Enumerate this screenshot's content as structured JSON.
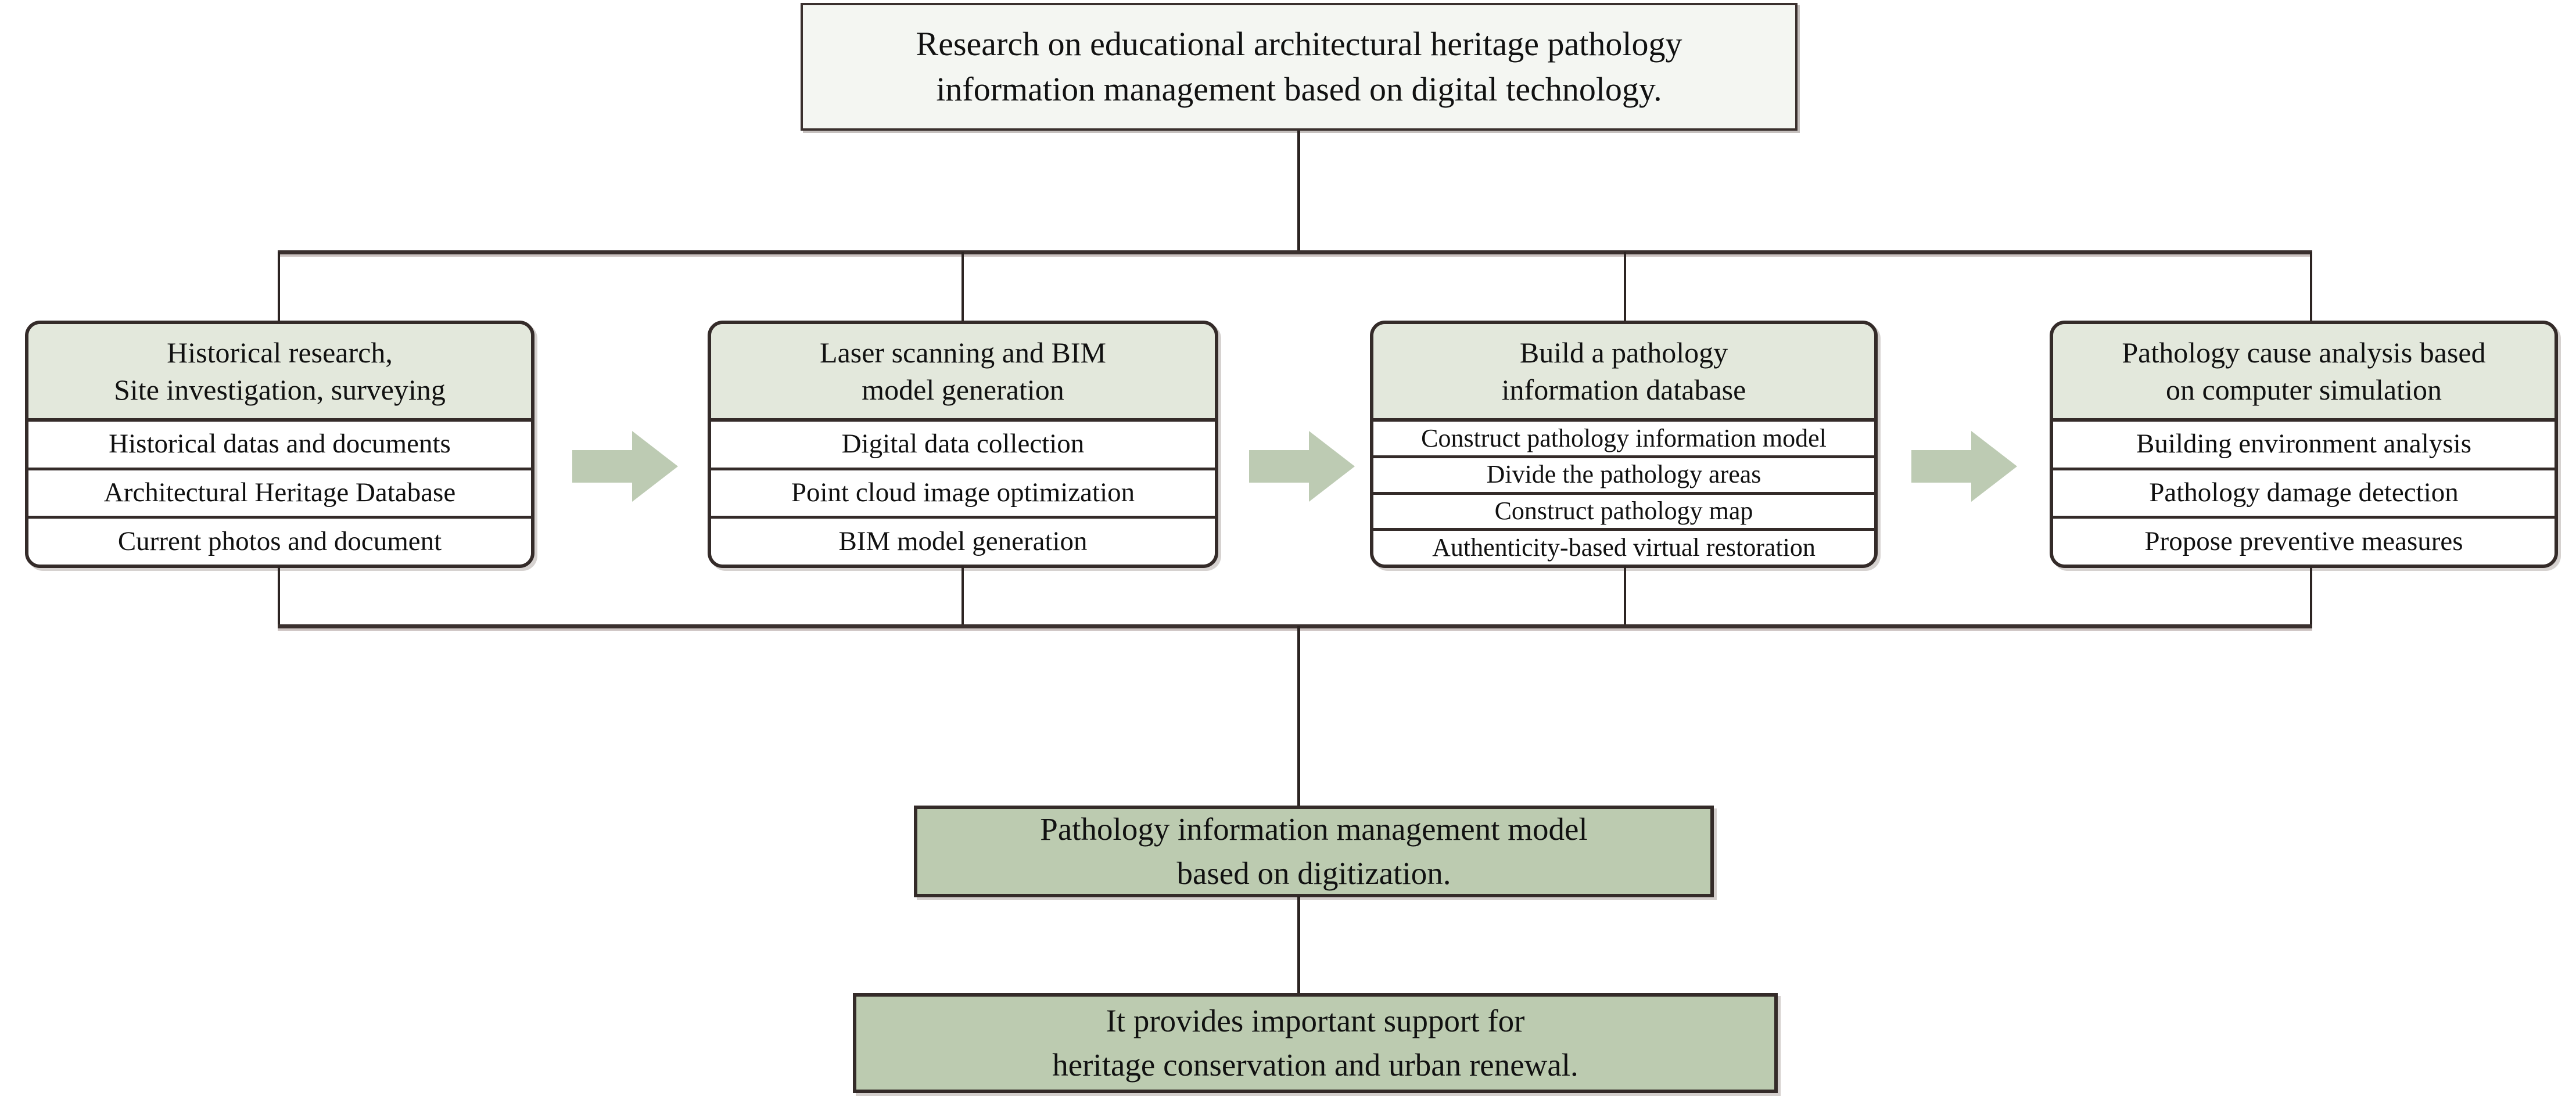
{
  "diagram": {
    "title_box": {
      "name": "research-title",
      "lines": [
        "Research on educational architectural heritage pathology",
        "information management based on digital technology."
      ]
    },
    "stages": [
      {
        "id": "stage-1",
        "header_lines": [
          "Historical research,",
          "Site investigation, surveying"
        ],
        "rows": [
          "Historical datas and documents",
          "Architectural Heritage Database",
          "Current photos and document"
        ]
      },
      {
        "id": "stage-2",
        "header_lines": [
          "Laser scanning and BIM",
          "model generation"
        ],
        "rows": [
          "Digital data collection",
          "Point cloud image optimization",
          "BIM model generation"
        ]
      },
      {
        "id": "stage-3",
        "header_lines": [
          "Build a pathology",
          "information database"
        ],
        "rows": [
          "Construct pathology information model",
          "Divide the pathology areas",
          "Construct pathology map",
          "Authenticity-based virtual restoration"
        ]
      },
      {
        "id": "stage-4",
        "header_lines": [
          "Pathology cause analysis based",
          "on computer simulation"
        ],
        "rows": [
          "Building environment analysis",
          "Pathology damage detection",
          "Propose preventive measures"
        ]
      }
    ],
    "arrows": [
      {
        "name": "arrow-stage1-to-stage2",
        "direction": "right"
      },
      {
        "name": "arrow-stage2-to-stage3",
        "direction": "right"
      },
      {
        "name": "arrow-stage3-to-stage4",
        "direction": "right"
      }
    ],
    "outcomes": [
      {
        "id": "outcome-1",
        "lines": [
          "Pathology information management model",
          "based on digitization."
        ]
      },
      {
        "id": "outcome-2",
        "lines": [
          "It provides important support for",
          "heritage conservation and urban renewal."
        ]
      }
    ],
    "colors": {
      "title_fill": "#f4f6f2",
      "stage_header_fill": "#e3e8dc",
      "stage_row_fill": "#ffffff",
      "accent_sage": "#bccbb0",
      "line": "#342b29",
      "text": "#111111"
    }
  }
}
